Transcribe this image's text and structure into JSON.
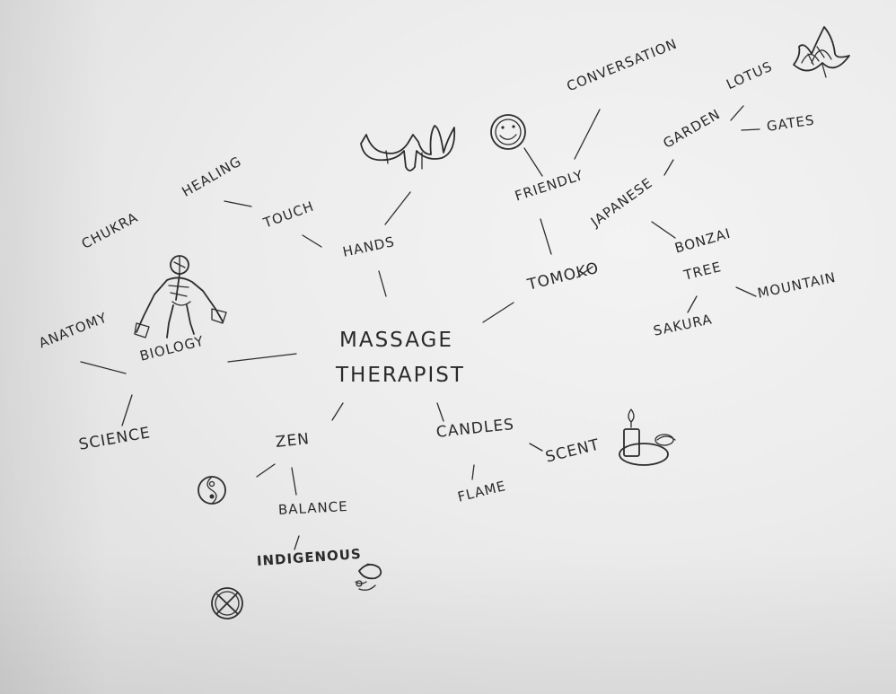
{
  "center": {
    "line1": "MASSAGE",
    "line2": "THERAPIST"
  },
  "nodes": {
    "hands": "HANDS",
    "touch": "TOUCH",
    "healing": "HEALING",
    "chakra": "CHUKRA",
    "biology": "BIOLOGY",
    "anatomy": "ANATOMY",
    "science": "SCIENCE",
    "zen": "ZEN",
    "balance": "BALANCE",
    "indigenous": "INDIGENOUS",
    "candles": "CANDLES",
    "flame": "FLAME",
    "scent": "SCENT",
    "tomoko": "TOMOKO",
    "friendly": "FRIENDLY",
    "conversation": "CONVERSATION",
    "japanese": "JAPANESE",
    "garden": "GARDEN",
    "lotus": "LOTUS",
    "gates": "GATES",
    "bonzai": "BONZAI",
    "tree": "TREE",
    "sakura": "SAKURA",
    "mountain": "MOUNTAIN"
  },
  "icons": [
    "hands-icon",
    "smiley-face-icon",
    "lotus-flower-icon",
    "human-figure-icon",
    "yin-yang-icon",
    "candle-icon",
    "circle-cross-icon",
    "bird-icon"
  ]
}
